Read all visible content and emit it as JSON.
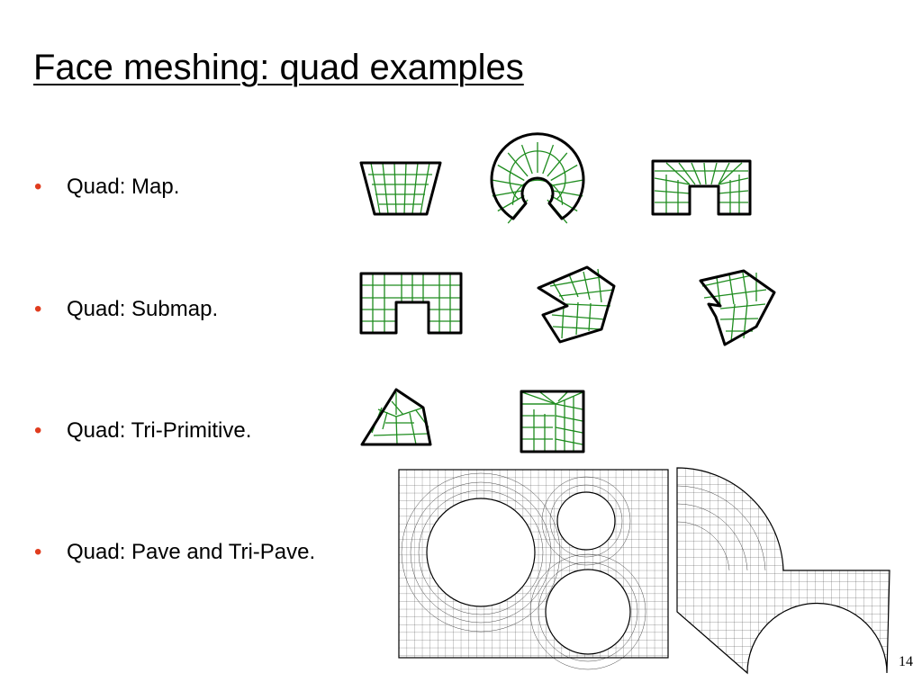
{
  "slide": {
    "title": "Face meshing: quad examples",
    "page_number": "14",
    "bullets": [
      {
        "marker": "•",
        "text": "Quad: Map."
      },
      {
        "marker": "•",
        "text": "Quad: Submap."
      },
      {
        "marker": "•",
        "text": "Quad: Tri-Primitive."
      },
      {
        "marker": "•",
        "text": "Quad: Pave and Tri-Pave."
      }
    ],
    "colors": {
      "bullet": "#e03c1e",
      "mesh_lines": "#1e8c1e",
      "outline": "#000000"
    }
  }
}
